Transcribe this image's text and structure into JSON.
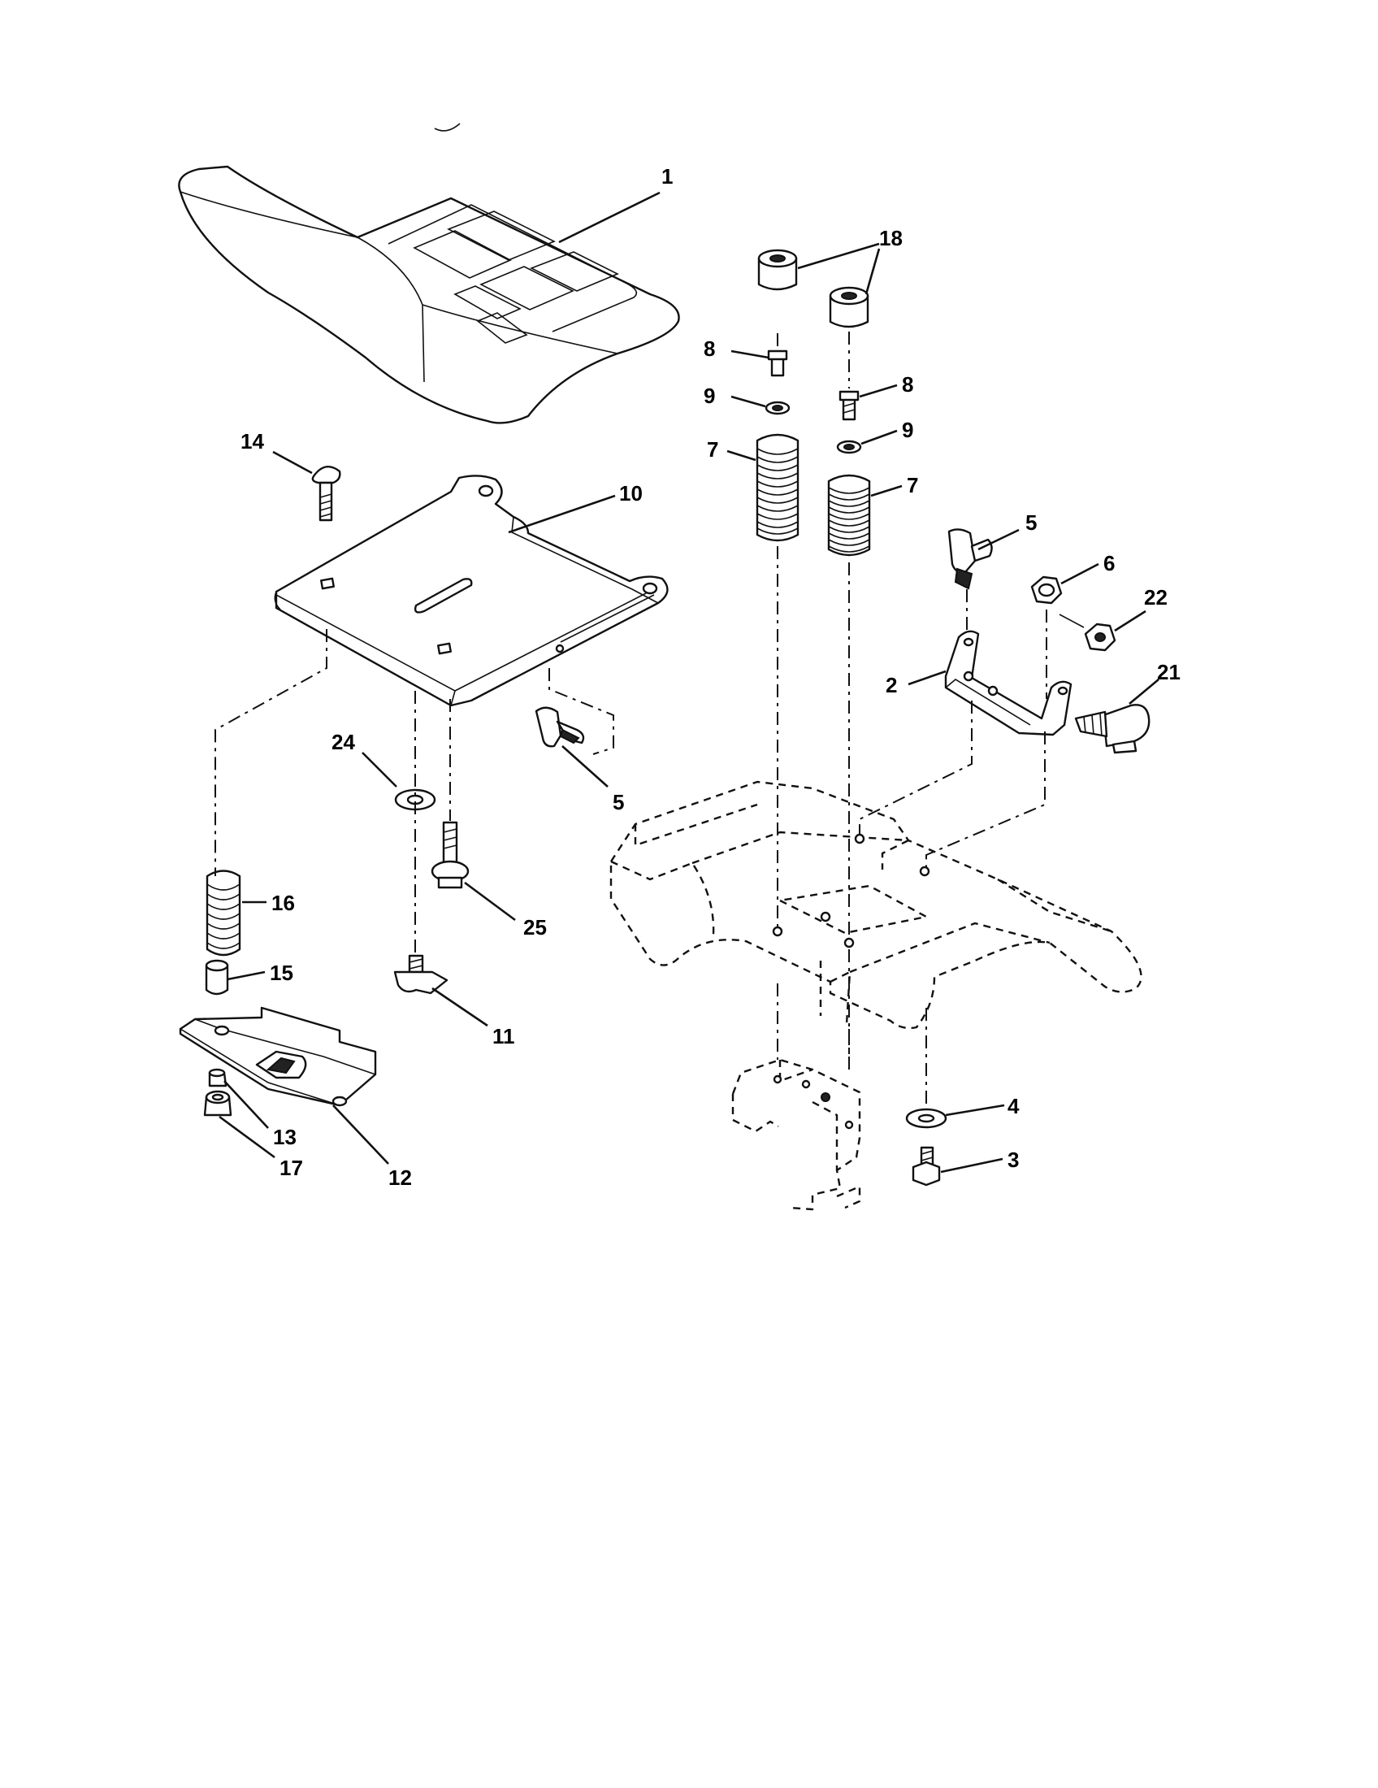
{
  "callouts": {
    "c1": "1",
    "c2": "2",
    "c3": "3",
    "c4": "4",
    "c5a": "5",
    "c5b": "5",
    "c6": "6",
    "c7a": "7",
    "c7b": "7",
    "c8a": "8",
    "c8b": "8",
    "c9a": "9",
    "c9b": "9",
    "c10": "10",
    "c11": "11",
    "c12": "12",
    "c13": "13",
    "c14": "14",
    "c15": "15",
    "c16": "16",
    "c17": "17",
    "c18": "18",
    "c21": "21",
    "c22": "22",
    "c24": "24",
    "c25": "25"
  }
}
